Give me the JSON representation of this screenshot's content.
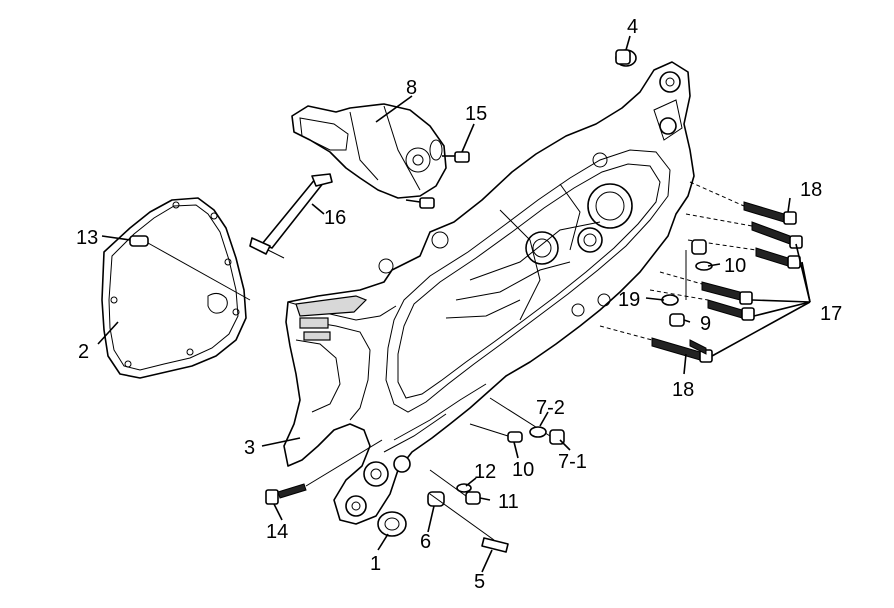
{
  "callouts": [
    {
      "id": "c1",
      "text": "1"
    },
    {
      "id": "c2",
      "text": "2"
    },
    {
      "id": "c3",
      "text": "3"
    },
    {
      "id": "c4",
      "text": "4"
    },
    {
      "id": "c5",
      "text": "5"
    },
    {
      "id": "c6",
      "text": "6"
    },
    {
      "id": "c7_1",
      "text": "7-1"
    },
    {
      "id": "c7_2",
      "text": "7-2"
    },
    {
      "id": "c8",
      "text": "8"
    },
    {
      "id": "c9",
      "text": "9"
    },
    {
      "id": "c10a",
      "text": "10"
    },
    {
      "id": "c10b",
      "text": "10"
    },
    {
      "id": "c11",
      "text": "11"
    },
    {
      "id": "c12",
      "text": "12"
    },
    {
      "id": "c13",
      "text": "13"
    },
    {
      "id": "c14",
      "text": "14"
    },
    {
      "id": "c15",
      "text": "15"
    },
    {
      "id": "c16",
      "text": "16"
    },
    {
      "id": "c17",
      "text": "17"
    },
    {
      "id": "c18a",
      "text": "18"
    },
    {
      "id": "c18b",
      "text": "18"
    },
    {
      "id": "c19",
      "text": "19"
    }
  ]
}
